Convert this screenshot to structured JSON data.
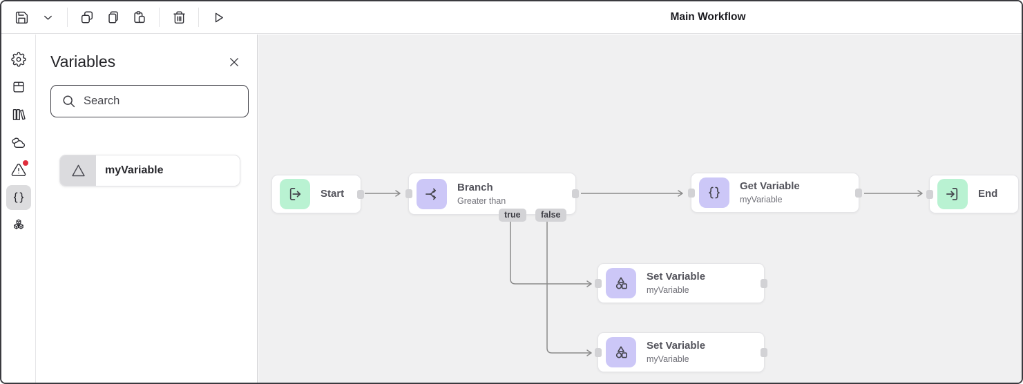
{
  "window": {
    "title": "Main Workflow"
  },
  "toolbar": {
    "icons": [
      "save-icon",
      "chevron-down-icon",
      "duplicate-icon",
      "copy-icon",
      "paste-icon",
      "delete-icon",
      "run-icon"
    ]
  },
  "activity_bar": {
    "icons": [
      "settings-icon",
      "box-icon",
      "library-icon",
      "clouds-icon",
      "alerts-icon",
      "variables-icon",
      "blocks-icon"
    ],
    "active_icon": "variables-icon",
    "notification_dot_on": "alerts-icon"
  },
  "panel": {
    "title": "Variables",
    "close_icon": "close-icon",
    "search": {
      "placeholder": "Search",
      "icon": "search-icon"
    },
    "items": [
      {
        "label": "myVariable",
        "icon": "triangle-icon"
      }
    ]
  },
  "canvas": {
    "nodes": [
      {
        "id": "start",
        "title": "Start",
        "subtitle": "",
        "icon": "start-icon",
        "accent": "#b9f2d2"
      },
      {
        "id": "branch",
        "title": "Branch",
        "subtitle": "Greater than",
        "icon": "branch-icon",
        "accent": "#ccc7f7",
        "outputs": [
          "true",
          "false"
        ]
      },
      {
        "id": "get-variable",
        "title": "Get Variable",
        "subtitle": "myVariable",
        "icon": "get-variable-icon",
        "accent": "#ccc7f7"
      },
      {
        "id": "end",
        "title": "End",
        "subtitle": "",
        "icon": "end-icon",
        "accent": "#b9f2d2"
      },
      {
        "id": "set-variable-true",
        "title": "Set Variable",
        "subtitle": "myVariable",
        "icon": "set-variable-icon",
        "accent": "#ccc7f7"
      },
      {
        "id": "set-variable-false",
        "title": "Set Variable",
        "subtitle": "myVariable",
        "icon": "set-variable-icon",
        "accent": "#ccc7f7"
      }
    ],
    "edges": [
      {
        "from": "start",
        "to": "branch"
      },
      {
        "from": "branch",
        "to": "get-variable"
      },
      {
        "from": "get-variable",
        "to": "end"
      },
      {
        "from": "branch",
        "output": "true",
        "to": "set-variable-true"
      },
      {
        "from": "branch",
        "output": "false",
        "to": "set-variable-false"
      }
    ]
  },
  "colors": {
    "canvas_bg": "#f0f0f1",
    "node_accent_green": "#b9f2d2",
    "node_accent_purple": "#ccc7f7",
    "edge": "#8a8a8a",
    "port": "#d2d2d5",
    "active_rail_bg": "#dcdcde",
    "notification_dot": "#e02d3c"
  }
}
